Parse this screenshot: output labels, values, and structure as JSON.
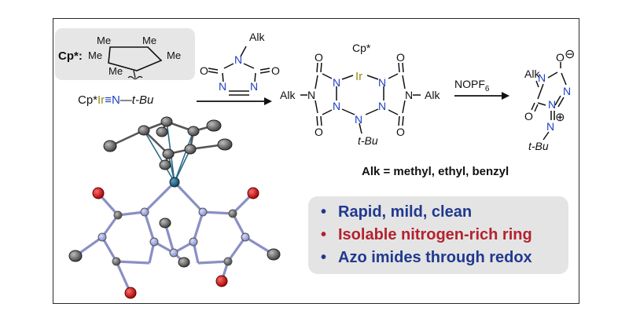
{
  "cp_label": "Cp*",
  "cp_colon": ":",
  "cp_methyls": [
    "Me",
    "Me",
    "Me",
    "Me",
    "Me"
  ],
  "reagent": {
    "substituent": "Alk",
    "oxygens": [
      "O",
      "O"
    ],
    "nitrogens": [
      "N",
      "N",
      "N"
    ]
  },
  "starting_material": {
    "cp": "Cp*",
    "metal": "Ir",
    "triple_bond": "≡",
    "nitrogen": "N",
    "dash": "—",
    "tbu": "t-Bu"
  },
  "product": {
    "cp": "Cp*",
    "metal": "Ir",
    "alk_left": "Alk",
    "alk_right": "Alk",
    "oxygens": [
      "O",
      "O",
      "O",
      "O"
    ],
    "nitrogens": [
      "N",
      "N",
      "N",
      "N",
      "N",
      "N",
      "N"
    ],
    "tbu": "t-Bu"
  },
  "arrow_reagent": {
    "base": "NOPF",
    "subscript": "6"
  },
  "final_product": {
    "alk": "Alk",
    "oxygens": [
      "O",
      "O"
    ],
    "charge_minus": "⊖",
    "charge_plus": "⊕",
    "nitrogens": [
      "N",
      "N",
      "N"
    ],
    "tbu": "t-Bu"
  },
  "alk_definition": "Alk = methyl, ethyl, benzyl",
  "bullets": [
    {
      "dot": "•",
      "text": "Rapid, mild, clean",
      "color": "#20398f"
    },
    {
      "dot": "•",
      "text": "Isolable nitrogen-rich ring",
      "color": "#b4222e"
    },
    {
      "dot": "•",
      "text": "Azo imides through redox",
      "color": "#20398f"
    }
  ],
  "colors": {
    "nitrogen_blue": "#1f3fc4",
    "iridium_gold": "#9a8a1a",
    "oxygen_red": "#c4181a",
    "carbon_gray": "#6a6a6a",
    "iridium_teal": "#1a5a78"
  }
}
